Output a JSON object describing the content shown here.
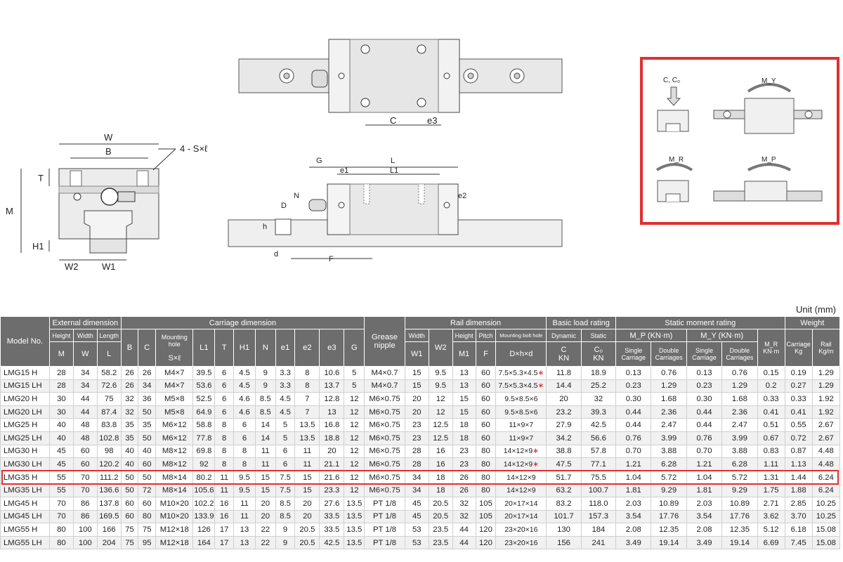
{
  "drawings": {
    "front_labels": {
      "W": "W",
      "B": "B",
      "hole": "4 - S×ℓ",
      "T": "T",
      "M": "M",
      "H1": "H1",
      "W2": "W2",
      "W1": "W1"
    },
    "top_labels": {
      "C": "C",
      "e3": "e3"
    },
    "side_labels": {
      "G": "G",
      "L": "L",
      "e1": "e1",
      "L1": "L1",
      "N": "N",
      "e2": "e2",
      "D": "D",
      "h": "h",
      "d": "d",
      "F": "F"
    },
    "load_labels": {
      "c": "C, C₀",
      "my": "M_Y",
      "mr": "M_R",
      "mp": "M_P"
    },
    "highlight_color": "#e03030"
  },
  "unit_note": "Unit (mm)",
  "table": {
    "model_header": "Model No.",
    "groups": {
      "external": "External dimension",
      "carriage": "Carriage dimension",
      "grease": "Grease nipple",
      "rail": "Rail dimension",
      "load": "Basic load rating",
      "moment": "Static moment rating",
      "weight": "Weight"
    },
    "sub": {
      "height": "Height",
      "width": "Width",
      "length": "Length",
      "mount": "Mounting hole",
      "rail_width": "Width",
      "rail_height": "Height",
      "pitch": "Pitch",
      "bolt": "Mounting bolt hole",
      "dynamic": "Dynamic",
      "static": "Static",
      "mp": "M_P (KN·m)",
      "my": "M_Y (KN·m)",
      "mr": "M_R",
      "mr_unit": "KN·m",
      "carriage_kg": "Carriage",
      "carriage_unit": "Kg",
      "rail_kg": "Rail",
      "rail_unit": "Kg/m",
      "single": "Single Carriage",
      "double": "Double Carriages"
    },
    "sym": {
      "M": "M",
      "W": "W",
      "L": "L",
      "B": "B",
      "C": "C",
      "S": "S×ℓ",
      "L1": "L1",
      "T": "T",
      "H1": "H1",
      "N": "N",
      "e1": "e1",
      "e2": "e2",
      "e3": "e3",
      "G": "G",
      "W1": "W1",
      "W2": "W2",
      "M1": "M1",
      "F": "F",
      "Dhd": "D×h×d",
      "Cd": "C",
      "Cd_u": "KN",
      "C0": "C₀",
      "C0_u": "KN"
    },
    "rows": [
      [
        "LMG15 H",
        "28",
        "34",
        "58.2",
        "26",
        "26",
        "M4×7",
        "39.5",
        "6",
        "4.5",
        "9",
        "3.3",
        "8",
        "10.6",
        "5",
        "M4×0.7",
        "15",
        "9.5",
        "13",
        "60",
        "7.5×5.3×4.5",
        "11.8",
        "18.9",
        "0.13",
        "0.76",
        "0.13",
        "0.76",
        "0.15",
        "0.19",
        "1.29"
      ],
      [
        "LMG15 LH",
        "28",
        "34",
        "72.6",
        "26",
        "34",
        "M4×7",
        "53.6",
        "6",
        "4.5",
        "9",
        "3.3",
        "8",
        "13.7",
        "5",
        "M4×0.7",
        "15",
        "9.5",
        "13",
        "60",
        "7.5×5.3×4.5",
        "14.4",
        "25.2",
        "0.23",
        "1.29",
        "0.23",
        "1.29",
        "0.2",
        "0.27",
        "1.29"
      ],
      [
        "LMG20 H",
        "30",
        "44",
        "75",
        "32",
        "36",
        "M5×8",
        "52.5",
        "6",
        "4.6",
        "8.5",
        "4.5",
        "7",
        "12.8",
        "12",
        "M6×0.75",
        "20",
        "12",
        "15",
        "60",
        "9.5×8.5×6",
        "20",
        "32",
        "0.30",
        "1.68",
        "0.30",
        "1.68",
        "0.33",
        "0.33",
        "1.92"
      ],
      [
        "LMG20 LH",
        "30",
        "44",
        "87.4",
        "32",
        "50",
        "M5×8",
        "64.9",
        "6",
        "4.6",
        "8.5",
        "4.5",
        "7",
        "13",
        "12",
        "M6×0.75",
        "20",
        "12",
        "15",
        "60",
        "9.5×8.5×6",
        "23.2",
        "39.3",
        "0.44",
        "2.36",
        "0.44",
        "2.36",
        "0.41",
        "0.41",
        "1.92"
      ],
      [
        "LMG25 H",
        "40",
        "48",
        "83.8",
        "35",
        "35",
        "M6×12",
        "58.8",
        "8",
        "6",
        "14",
        "5",
        "13.5",
        "16.8",
        "12",
        "M6×0.75",
        "23",
        "12.5",
        "18",
        "60",
        "11×9×7",
        "27.9",
        "42.5",
        "0.44",
        "2.47",
        "0.44",
        "2.47",
        "0.51",
        "0.55",
        "2.67"
      ],
      [
        "LMG25 LH",
        "40",
        "48",
        "102.8",
        "35",
        "50",
        "M6×12",
        "77.8",
        "8",
        "6",
        "14",
        "5",
        "13.5",
        "18.8",
        "12",
        "M6×0.75",
        "23",
        "12.5",
        "18",
        "60",
        "11×9×7",
        "34.2",
        "56.6",
        "0.76",
        "3.99",
        "0.76",
        "3.99",
        "0.67",
        "0.72",
        "2.67"
      ],
      [
        "LMG30 H",
        "45",
        "60",
        "98",
        "40",
        "40",
        "M8×12",
        "69.8",
        "8",
        "8",
        "11",
        "6",
        "11",
        "20",
        "12",
        "M6×0.75",
        "28",
        "16",
        "23",
        "80",
        "14×12×9",
        "38.8",
        "57.8",
        "0.70",
        "3.88",
        "0.70",
        "3.88",
        "0.83",
        "0.87",
        "4.48"
      ],
      [
        "LMG30 LH",
        "45",
        "60",
        "120.2",
        "40",
        "60",
        "M8×12",
        "92",
        "8",
        "8",
        "11",
        "6",
        "11",
        "21.1",
        "12",
        "M6×0.75",
        "28",
        "16",
        "23",
        "80",
        "14×12×9",
        "47.5",
        "77.1",
        "1.21",
        "6.28",
        "1.21",
        "6.28",
        "1.11",
        "1.13",
        "4.48"
      ],
      [
        "LMG35 H",
        "55",
        "70",
        "111.2",
        "50",
        "50",
        "M8×14",
        "80.2",
        "11",
        "9.5",
        "15",
        "7.5",
        "15",
        "21.6",
        "12",
        "M6×0.75",
        "34",
        "18",
        "26",
        "80",
        "14×12×9",
        "51.7",
        "75.5",
        "1.04",
        "5.72",
        "1.04",
        "5.72",
        "1.31",
        "1.44",
        "6.24"
      ],
      [
        "LMG35 LH",
        "55",
        "70",
        "136.6",
        "50",
        "72",
        "M8×14",
        "105.6",
        "11",
        "9.5",
        "15",
        "7.5",
        "15",
        "23.3",
        "12",
        "M6×0.75",
        "34",
        "18",
        "26",
        "80",
        "14×12×9",
        "63.2",
        "100.7",
        "1.81",
        "9.29",
        "1.81",
        "9.29",
        "1.75",
        "1.88",
        "6.24"
      ],
      [
        "LMG45 H",
        "70",
        "86",
        "137.8",
        "60",
        "60",
        "M10×20",
        "102.2",
        "16",
        "11",
        "20",
        "8.5",
        "20",
        "27.6",
        "13.5",
        "PT 1/8",
        "45",
        "20.5",
        "32",
        "105",
        "20×17×14",
        "83.2",
        "118.0",
        "2.03",
        "10.89",
        "2.03",
        "10.89",
        "2.71",
        "2.85",
        "10.25"
      ],
      [
        "LMG45 LH",
        "70",
        "86",
        "169.5",
        "60",
        "80",
        "M10×20",
        "133.9",
        "16",
        "11",
        "20",
        "8.5",
        "20",
        "33.5",
        "13.5",
        "PT 1/8",
        "45",
        "20.5",
        "32",
        "105",
        "20×17×14",
        "101.7",
        "157.3",
        "3.54",
        "17.76",
        "3.54",
        "17.76",
        "3.62",
        "3.70",
        "10.25"
      ],
      [
        "LMG55 H",
        "80",
        "100",
        "166",
        "75",
        "75",
        "M12×18",
        "126",
        "17",
        "13",
        "22",
        "9",
        "20.5",
        "33.5",
        "13.5",
        "PT 1/8",
        "53",
        "23.5",
        "44",
        "120",
        "23×20×16",
        "130",
        "184",
        "2.08",
        "12.35",
        "2.08",
        "12.35",
        "5.12",
        "6.18",
        "15.08"
      ],
      [
        "LMG55 LH",
        "80",
        "100",
        "204",
        "75",
        "95",
        "M12×18",
        "164",
        "17",
        "13",
        "22",
        "9",
        "20.5",
        "42.5",
        "13.5",
        "PT 1/8",
        "53",
        "23.5",
        "44",
        "120",
        "23×20×16",
        "156",
        "241",
        "3.49",
        "19.14",
        "3.49",
        "19.14",
        "6.69",
        "7.45",
        "15.08"
      ]
    ],
    "star_rows": [
      0,
      1,
      6,
      7
    ],
    "highlight_row": 8
  }
}
